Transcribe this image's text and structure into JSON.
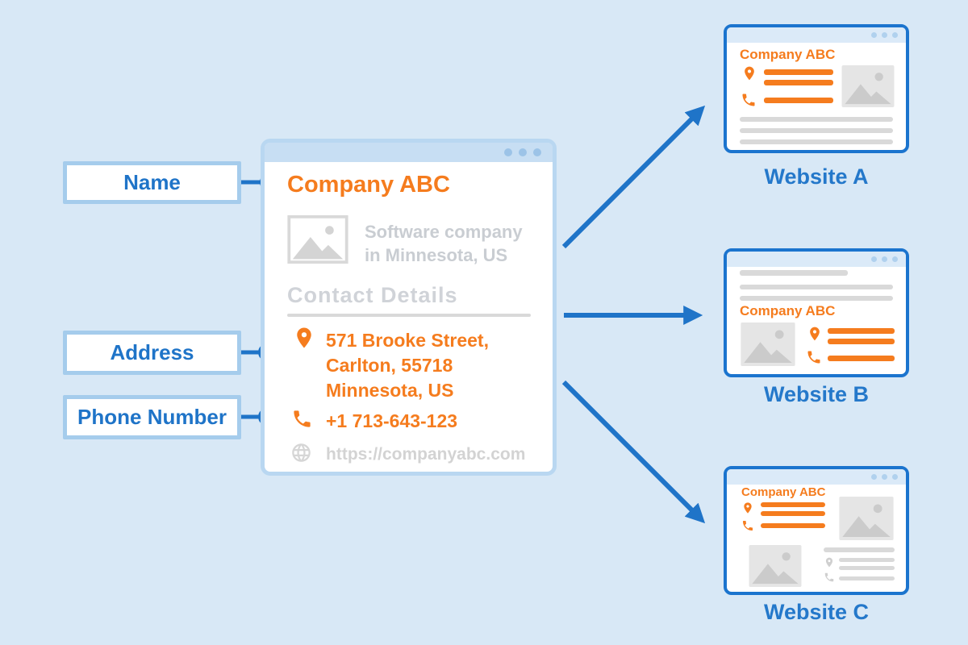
{
  "colors": {
    "background": "#D8E8F6",
    "accent_orange": "#F57C1E",
    "accent_blue": "#1F74C8",
    "listing_card_border": "#B9D7F1",
    "website_card_border": "#1B74CE",
    "placeholder_gray": "#D9D9D9",
    "muted_gray_text": "#CDCDCD"
  },
  "left_labels": [
    {
      "label": "Name"
    },
    {
      "label": "Address"
    },
    {
      "label": "Phone Number"
    }
  ],
  "listing": {
    "company_name": "Company ABC",
    "description": [
      "Software company",
      "in Minnesota, US"
    ],
    "section_title": "Contact Details",
    "address_lines": [
      "571 Brooke Street,",
      "Carlton, 55718",
      "Minnesota, US"
    ],
    "phone": "+1 713-643-123",
    "website_url": "https://companyabc.com"
  },
  "websites": [
    {
      "label": "Website A",
      "company_name": "Company ABC"
    },
    {
      "label": "Website B",
      "company_name": "Company ABC"
    },
    {
      "label": "Website C",
      "company_name": "Company ABC"
    }
  ],
  "icons": {
    "location": "location-pin-icon",
    "phone": "phone-icon",
    "globe": "globe-icon",
    "image": "image-placeholder-icon",
    "window_controls": "three-dots"
  }
}
